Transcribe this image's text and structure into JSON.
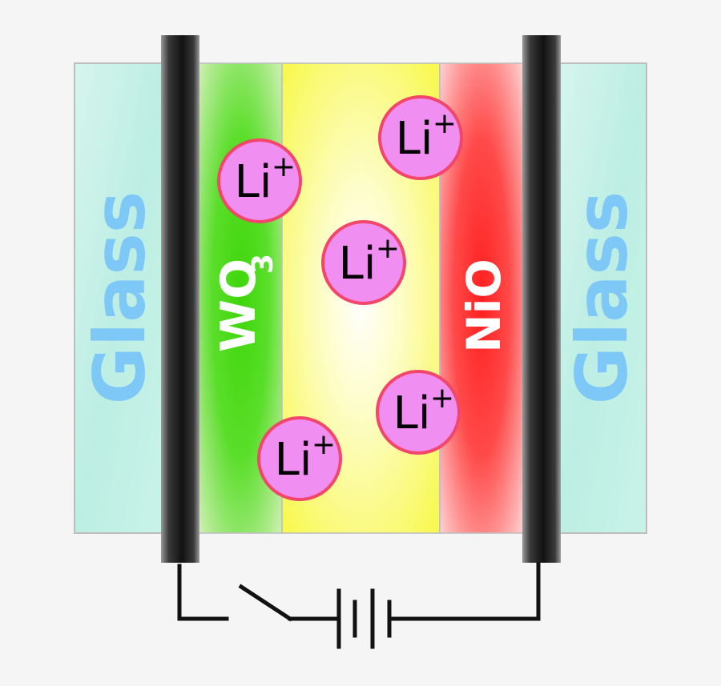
{
  "layers": {
    "glass_left": "Glass",
    "wo3_main": "WO",
    "wo3_subscript": "3",
    "nio": "NiO",
    "glass_right": "Glass"
  },
  "ions": [
    {
      "symbol": "Li",
      "charge": "+"
    },
    {
      "symbol": "Li",
      "charge": "+"
    },
    {
      "symbol": "Li",
      "charge": "+"
    },
    {
      "symbol": "Li",
      "charge": "+"
    },
    {
      "symbol": "Li",
      "charge": "+"
    }
  ],
  "colors": {
    "background": "#f5f5f5",
    "glass_fill": "#c6f1e6",
    "glass_text": "#7ec8f7",
    "wo3_green": "#3fd60a",
    "electrolyte_yellow": "#fbfb4a",
    "nio_red": "#ff2a2a",
    "ion_fill": "#f08ef2",
    "ion_stroke": "#f2466a",
    "electrode": "#2b2b2b",
    "wire": "#111111",
    "layer_text": "#ffffff"
  },
  "icons": {
    "switch": "open-switch-icon",
    "battery": "battery-cell-icon"
  }
}
